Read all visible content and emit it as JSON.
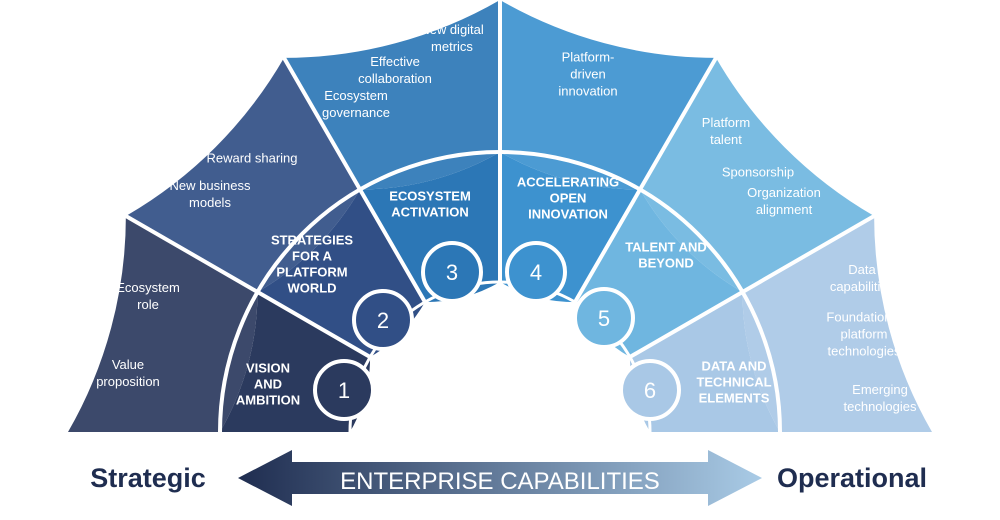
{
  "title": "ENTERPRISE CAPABILITIES",
  "left_label": "Strategic",
  "right_label": "Operational",
  "segments": [
    {
      "number": "1",
      "inner_lines": [
        "VISION",
        "AND",
        "AMBITION"
      ],
      "outer_lines": [
        [
          "Ecosystem",
          "role"
        ],
        [
          "Value",
          "proposition"
        ]
      ],
      "color": "#2b3a5e"
    },
    {
      "number": "2",
      "inner_lines": [
        "STRATEGIES",
        "FOR A",
        "PLATFORM",
        "WORLD"
      ],
      "outer_lines": [
        [
          "Reward sharing"
        ],
        [
          "New business",
          "models"
        ]
      ],
      "color": "#314f86"
    },
    {
      "number": "3",
      "inner_lines": [
        "ECOSYSTEM",
        "ACTIVATION"
      ],
      "outer_lines": [
        [
          "New digital",
          "metrics"
        ],
        [
          "Effective",
          "collaboration"
        ],
        [
          "Ecosystem",
          "governance"
        ]
      ],
      "color": "#2c77b6"
    },
    {
      "number": "4",
      "inner_lines": [
        "ACCELERATING",
        "OPEN",
        "INNOVATION"
      ],
      "outer_lines": [
        [
          "Platform-",
          "driven",
          "innovation"
        ]
      ],
      "color": "#3d92cf"
    },
    {
      "number": "5",
      "inner_lines": [
        "TALENT  AND",
        "BEYOND"
      ],
      "outer_lines": [
        [
          "Platform",
          "talent"
        ],
        [
          "Sponsorship"
        ],
        [
          "Organization",
          "alignment"
        ]
      ],
      "color": "#6fb6e0"
    },
    {
      "number": "6",
      "inner_lines": [
        "DATA AND",
        "TECHNICAL",
        "ELEMENTS"
      ],
      "outer_lines": [
        [
          "Data",
          "capabilities"
        ],
        [
          "Foundational",
          "platform",
          "technologies"
        ],
        [
          "Emerging",
          "technologies"
        ]
      ],
      "color": "#a9c8e6"
    }
  ],
  "colors": {
    "arrow_left": "#1f2d50",
    "arrow_right": "#a9cbe6",
    "label_dark": "#1f2d50",
    "divider": "#ffffff"
  }
}
